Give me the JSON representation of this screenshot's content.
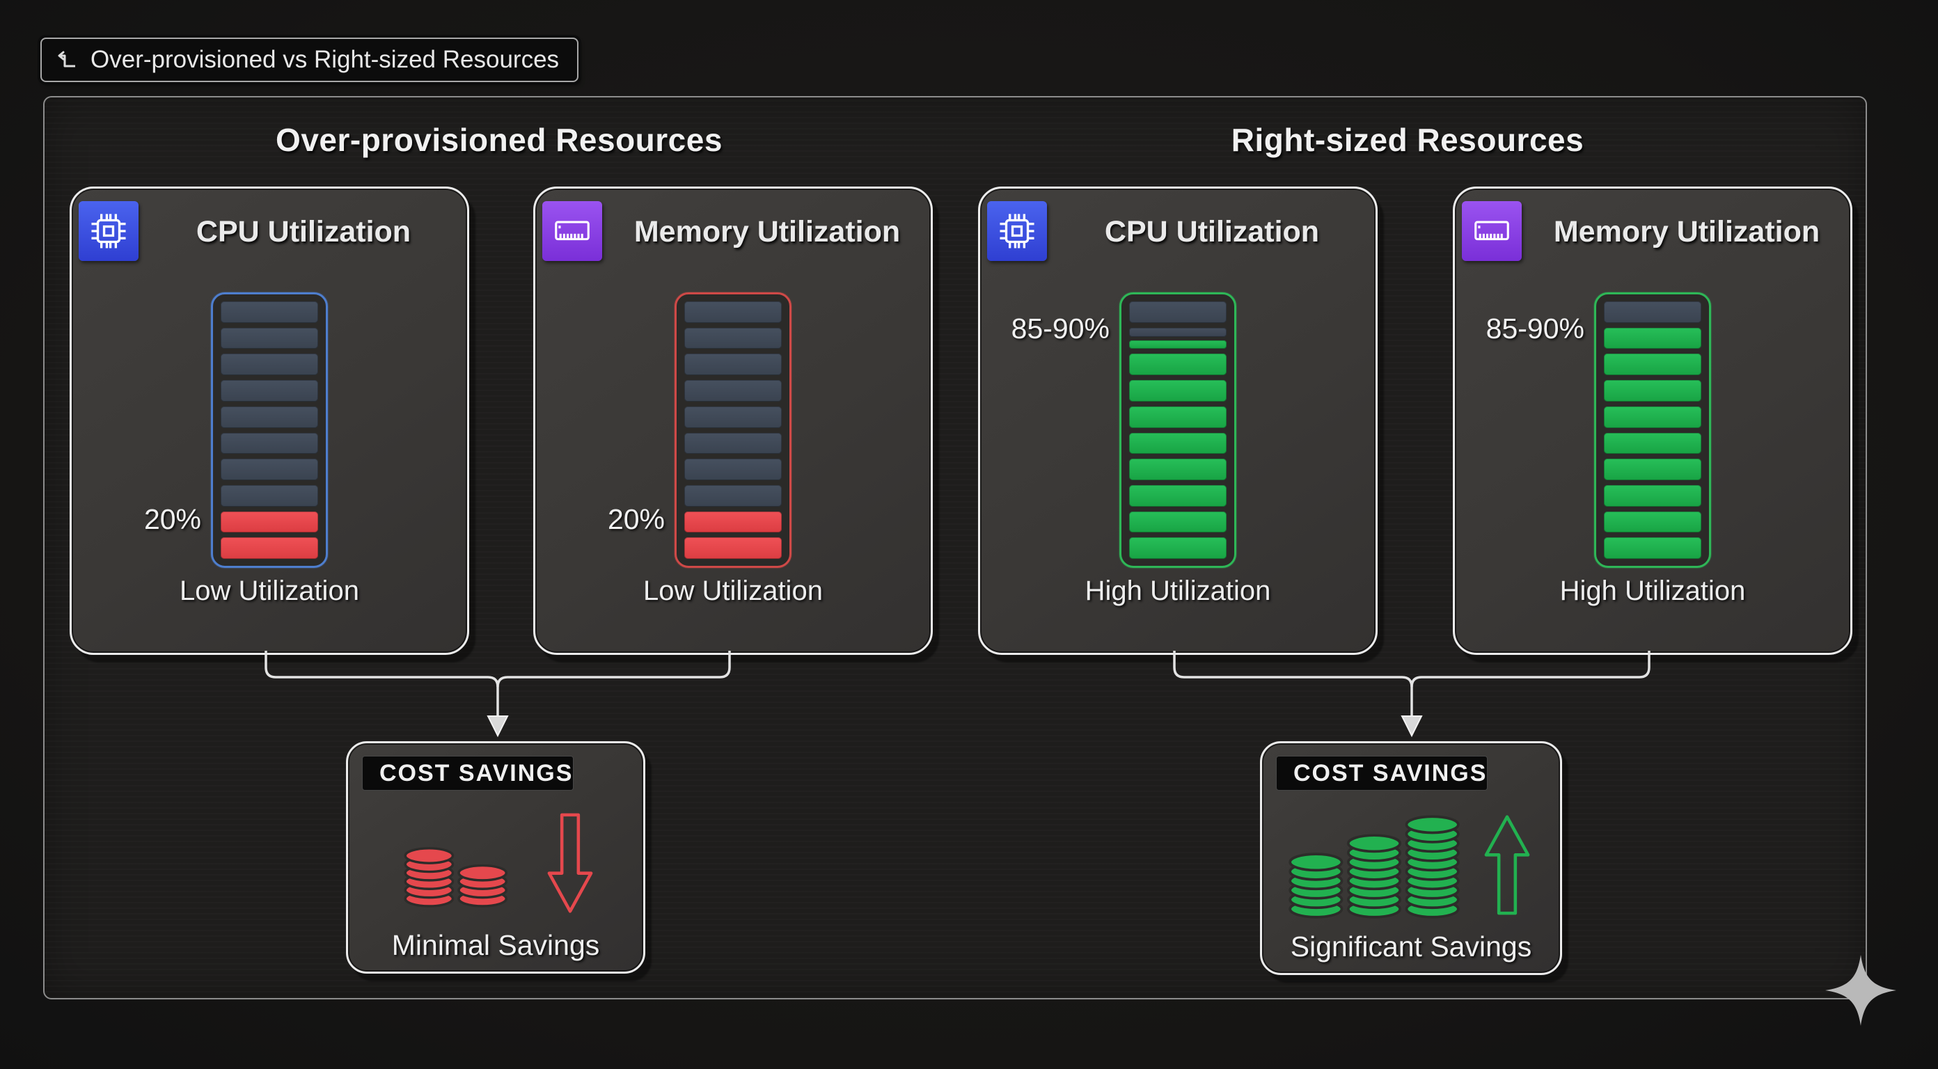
{
  "title_bar": {
    "label": "Over-provisioned vs Right-sized Resources",
    "icon": "return-step-arrow-icon"
  },
  "sections": {
    "left": {
      "title": "Over-provisioned Resources"
    },
    "right": {
      "title": "Right-sized Resources"
    }
  },
  "cards": [
    {
      "title": "CPU Utilization",
      "icon": "cpu-chip-icon",
      "value_label": "20%",
      "caption": "Low Utilization",
      "gauge_border_color": "#4e7ece",
      "accent_color": "#e5484d",
      "segments": [
        "inactive",
        "inactive",
        "inactive",
        "inactive",
        "inactive",
        "inactive",
        "inactive",
        "inactive",
        "active",
        "active"
      ]
    },
    {
      "title": "Memory Utilization",
      "icon": "memory-ram-icon",
      "value_label": "20%",
      "caption": "Low Utilization",
      "gauge_border_color": "#cf4947",
      "accent_color": "#e5484d",
      "segments": [
        "inactive",
        "inactive",
        "inactive",
        "inactive",
        "inactive",
        "inactive",
        "inactive",
        "inactive",
        "active",
        "active"
      ]
    },
    {
      "title": "CPU Utilization",
      "icon": "cpu-chip-icon",
      "value_label": "85-90%",
      "caption": "High Utilization",
      "gauge_border_color": "#2eb757",
      "accent_color": "#22b150",
      "segments": [
        "inactive",
        "split",
        "active",
        "active",
        "active",
        "active",
        "active",
        "active",
        "active",
        "active"
      ]
    },
    {
      "title": "Memory Utilization",
      "icon": "memory-ram-icon",
      "value_label": "85-90%",
      "caption": "High Utilization",
      "gauge_border_color": "#2eb757",
      "accent_color": "#22b150",
      "segments": [
        "inactive",
        "active",
        "active",
        "active",
        "active",
        "active",
        "active",
        "active",
        "active",
        "active"
      ]
    }
  ],
  "cost_boxes": [
    {
      "header": "COST SAVINGS",
      "icon": "hand-holding-dollar-icon",
      "caption": "Minimal Savings",
      "trend": "down",
      "trend_icon": "arrow-down-outline-icon",
      "coins_icon": "coin-stacks-icon",
      "accent_color": "#e5484d",
      "coin_stacks": [
        6,
        4
      ]
    },
    {
      "header": "COST SAVINGS",
      "icon": "hand-holding-dollar-icon",
      "caption": "Significant Savings",
      "trend": "up",
      "trend_icon": "arrow-up-outline-icon",
      "coins_icon": "coin-stacks-icon",
      "accent_color": "#22b150",
      "coin_stacks": [
        6,
        8,
        10
      ]
    }
  ],
  "colors": {
    "page_background": "#161514",
    "card_background": "#3a3836",
    "card_border": "#ececec",
    "inactive_segment": "#414a59",
    "red_accent": "#e5484d",
    "green_accent": "#22b150",
    "blue_gauge_border": "#4e7ece",
    "red_gauge_border": "#cf4947",
    "green_gauge_border": "#2eb757",
    "cpu_icon_blue": "#3f53e0",
    "memory_icon_purple": "#8a43e6",
    "connector_line": "#e3e3e3",
    "sparkle_gray": "#b9b9b9"
  }
}
